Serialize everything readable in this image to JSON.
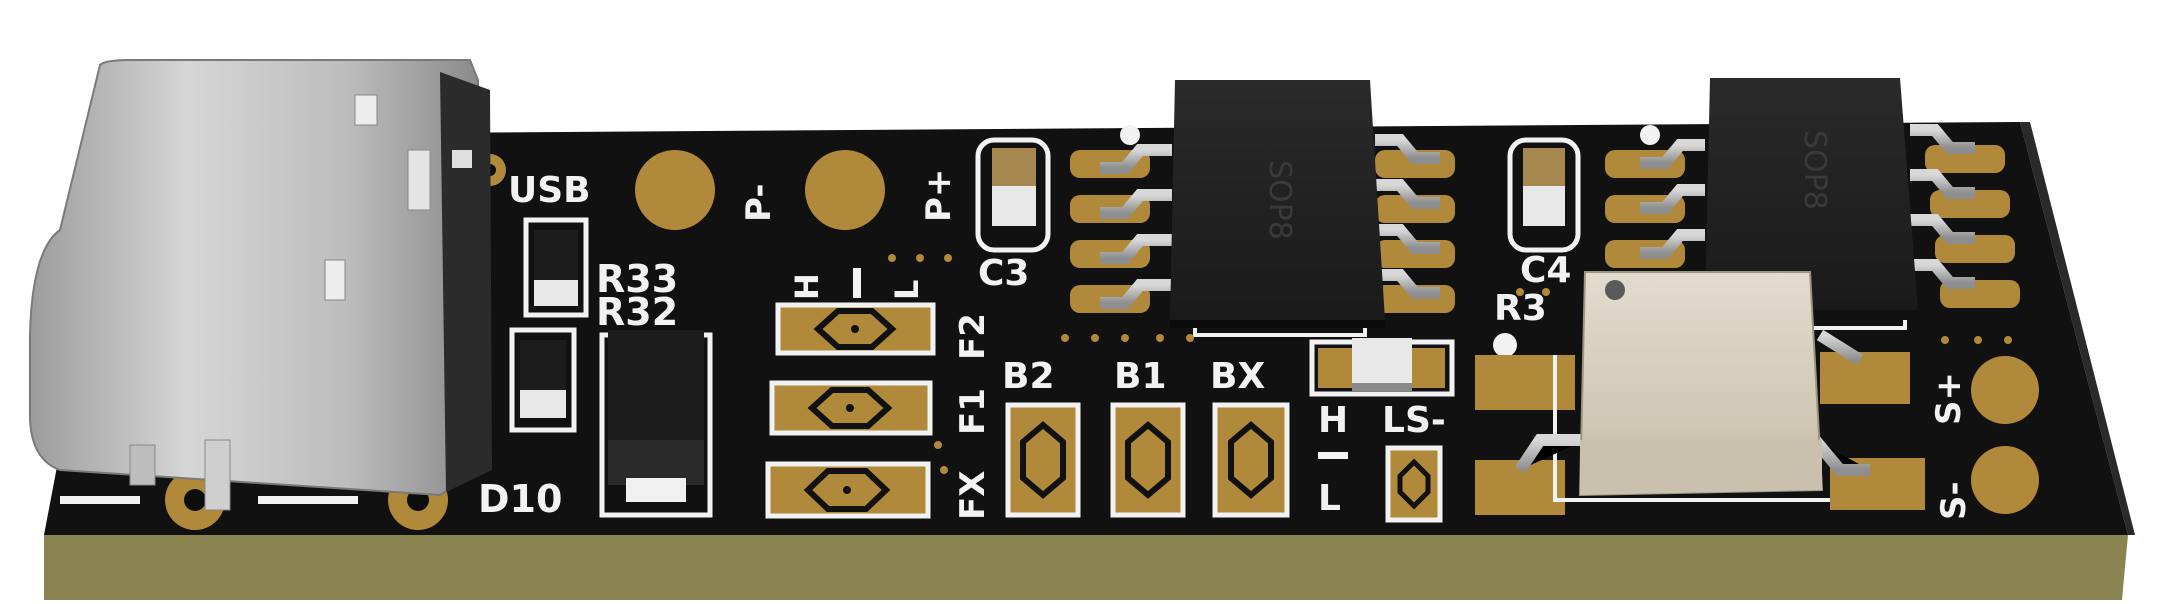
{
  "board": {
    "pcb_color": "#111111",
    "edge_color": "#8a8550",
    "pad_color": "#b08a3a",
    "silk_color": "#f2f2f2"
  },
  "labels": {
    "usb": "USB",
    "p_minus": "P-",
    "p_plus": "P+",
    "c3": "C3",
    "c4": "C4",
    "r33": "R33",
    "r32": "R32",
    "r3x": "R3",
    "d10": "D10",
    "h_top": "H",
    "l_top": "L",
    "f2": "F2",
    "f1": "F1",
    "fx": "FX",
    "b2": "B2",
    "b1": "B1",
    "bx": "BX",
    "h_mid": "H",
    "ls": "LS-",
    "l_mid": "L",
    "s_plus": "S+",
    "s_minus": "S-"
  },
  "chips": {
    "ic1_marking": "SOP8",
    "ic2_marking": "SOP8"
  },
  "icons": [
    "usb-c-connector",
    "sop8-ic",
    "inductor",
    "diode",
    "smd-resistor",
    "smd-capacitor"
  ]
}
